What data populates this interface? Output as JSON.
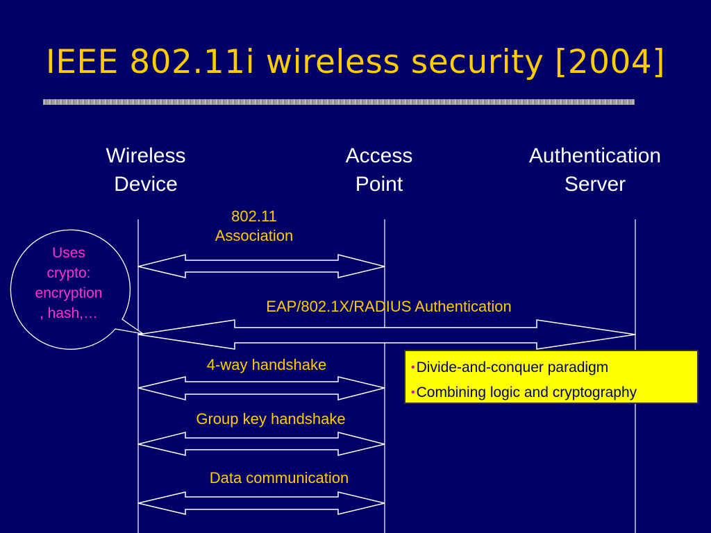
{
  "title": "IEEE 802.11i wireless security [2004]",
  "entities": {
    "wireless_device": [
      "Wireless",
      "Device"
    ],
    "access_point": [
      "Access",
      "Point"
    ],
    "auth_server": [
      "Authentication",
      "Server"
    ]
  },
  "messages": {
    "association": [
      "802.11",
      "Association"
    ],
    "eap": "EAP/802.1X/RADIUS Authentication",
    "four_way": "4-way handshake",
    "group_key": "Group key handshake",
    "data_comm": "Data communication"
  },
  "bubble": {
    "lines": [
      "Uses",
      "crypto:",
      "encryption",
      ", hash,…"
    ]
  },
  "note": {
    "bullet_glyph": "•",
    "items": [
      "Divide-and-conquer paradigm",
      "Combining logic and cryptography"
    ]
  },
  "colors": {
    "background": "#000066",
    "title": "#FFCC00",
    "entity_text": "#FFFFFF",
    "message_text": "#FFCC00",
    "bubble_text": "#FF33CC",
    "note_background": "#FFFF00",
    "note_text": "#000066",
    "bullet": "#CC00CC"
  }
}
